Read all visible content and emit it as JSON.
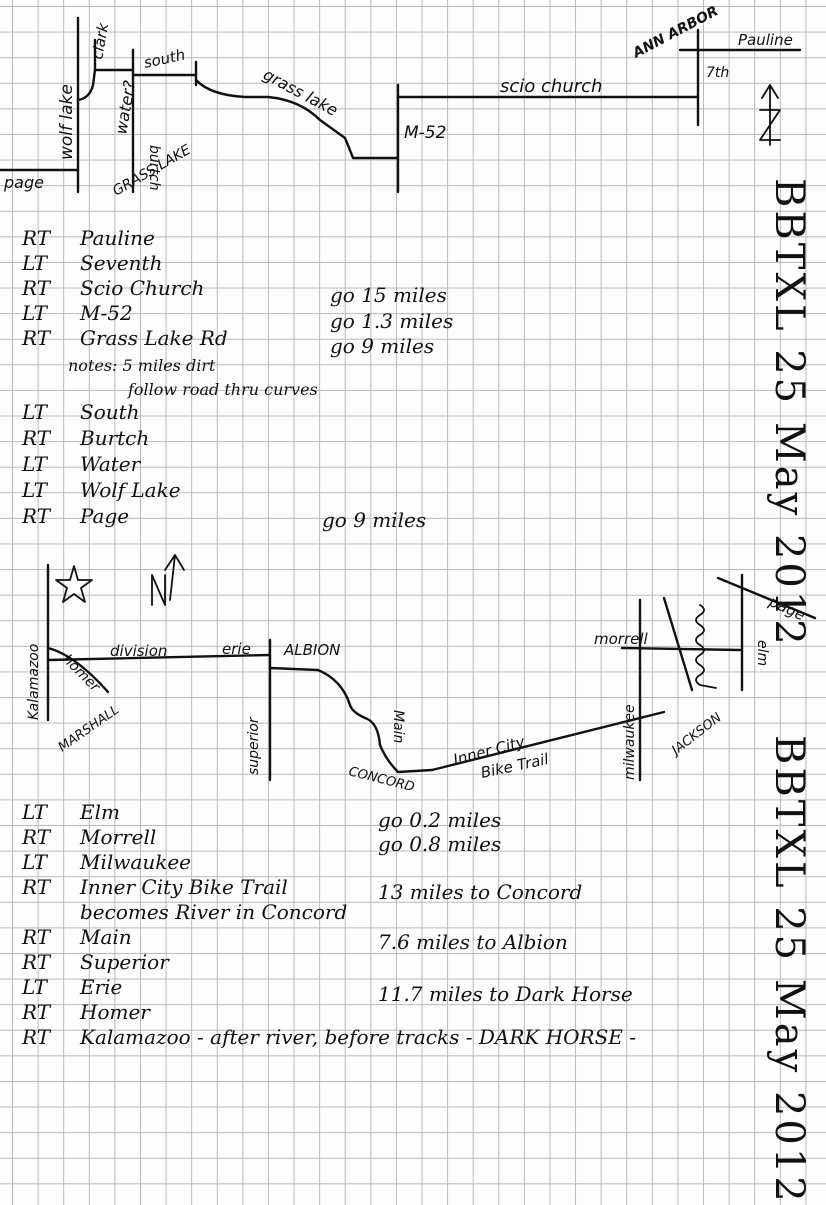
{
  "map1": {
    "labels": {
      "page": "page",
      "wolf_lake": "wolf lake",
      "clark": "clark",
      "water": "water?",
      "burtch": "burtch",
      "south": "south",
      "grass_lake_town": "GRASS LAKE",
      "grass_lake_rd": "grass lake",
      "m52": "M-52",
      "scio_church": "scio church",
      "ann_arbor": "ANN ARBOR",
      "pauline": "Pauline",
      "seventh": "7th"
    },
    "north_arrow_icon": "north-arrow-icon"
  },
  "title1": "BBTXL 25 May 2012",
  "directions1": [
    {
      "turn": "RT",
      "road": "Pauline"
    },
    {
      "turn": "LT",
      "road": "Seventh"
    },
    {
      "turn": "RT",
      "road": "Scio Church"
    },
    {
      "turn": "LT",
      "road": "M-52"
    },
    {
      "turn": "RT",
      "road": "Grass Lake Rd"
    },
    {
      "turn": "LT",
      "road": "South"
    },
    {
      "turn": "RT",
      "road": "Burtch"
    },
    {
      "turn": "LT",
      "road": "Water"
    },
    {
      "turn": "LT",
      "road": "Wolf Lake"
    },
    {
      "turn": "RT",
      "road": "Page"
    }
  ],
  "notes1": {
    "line1": "notes: 5 miles dirt",
    "line2": "follow road thru curves"
  },
  "distances1": {
    "scio": "go 15 miles",
    "m52": "go 1.3 miles",
    "grass": "go 9 miles",
    "page": "go 9 miles"
  },
  "map2": {
    "labels": {
      "kalamazoo": "Kalamazoo",
      "homer": "homer",
      "marshall": "MARSHALL",
      "division": "division",
      "erie": "erie",
      "albion": "ALBION",
      "superior": "superior",
      "main": "Main",
      "concord": "CONCORD",
      "trail1": "Inner City",
      "trail2": "Bike Trail",
      "milwaukee": "milwaukee",
      "morrell": "morrell",
      "jackson": "JACKSON",
      "elm": "elm",
      "page": "page"
    },
    "north_arrow_icon": "north-arrow-icon",
    "star_icon": "star-icon"
  },
  "title2": "BBTXL 25 May 2012",
  "directions2": [
    {
      "turn": "LT",
      "road": "Elm"
    },
    {
      "turn": "RT",
      "road": "Morrell"
    },
    {
      "turn": "LT",
      "road": "Milwaukee"
    },
    {
      "turn": "RT",
      "road": "Inner City Bike Trail"
    },
    {
      "turn": "",
      "road": "becomes River in Concord"
    },
    {
      "turn": "RT",
      "road": "Main"
    },
    {
      "turn": "RT",
      "road": "Superior"
    },
    {
      "turn": "LT",
      "road": "Erie"
    },
    {
      "turn": "RT",
      "road": "Homer"
    },
    {
      "turn": "RT",
      "road": "Kalamazoo - after river, before tracks - DARK HORSE -"
    }
  ],
  "distances2": {
    "elm": "go 0.2 miles",
    "morrell": "go 0.8 miles",
    "trail": "13 miles to Concord",
    "main": "7.6 miles to Albion",
    "erie": "11.7 miles to Dark Horse"
  }
}
